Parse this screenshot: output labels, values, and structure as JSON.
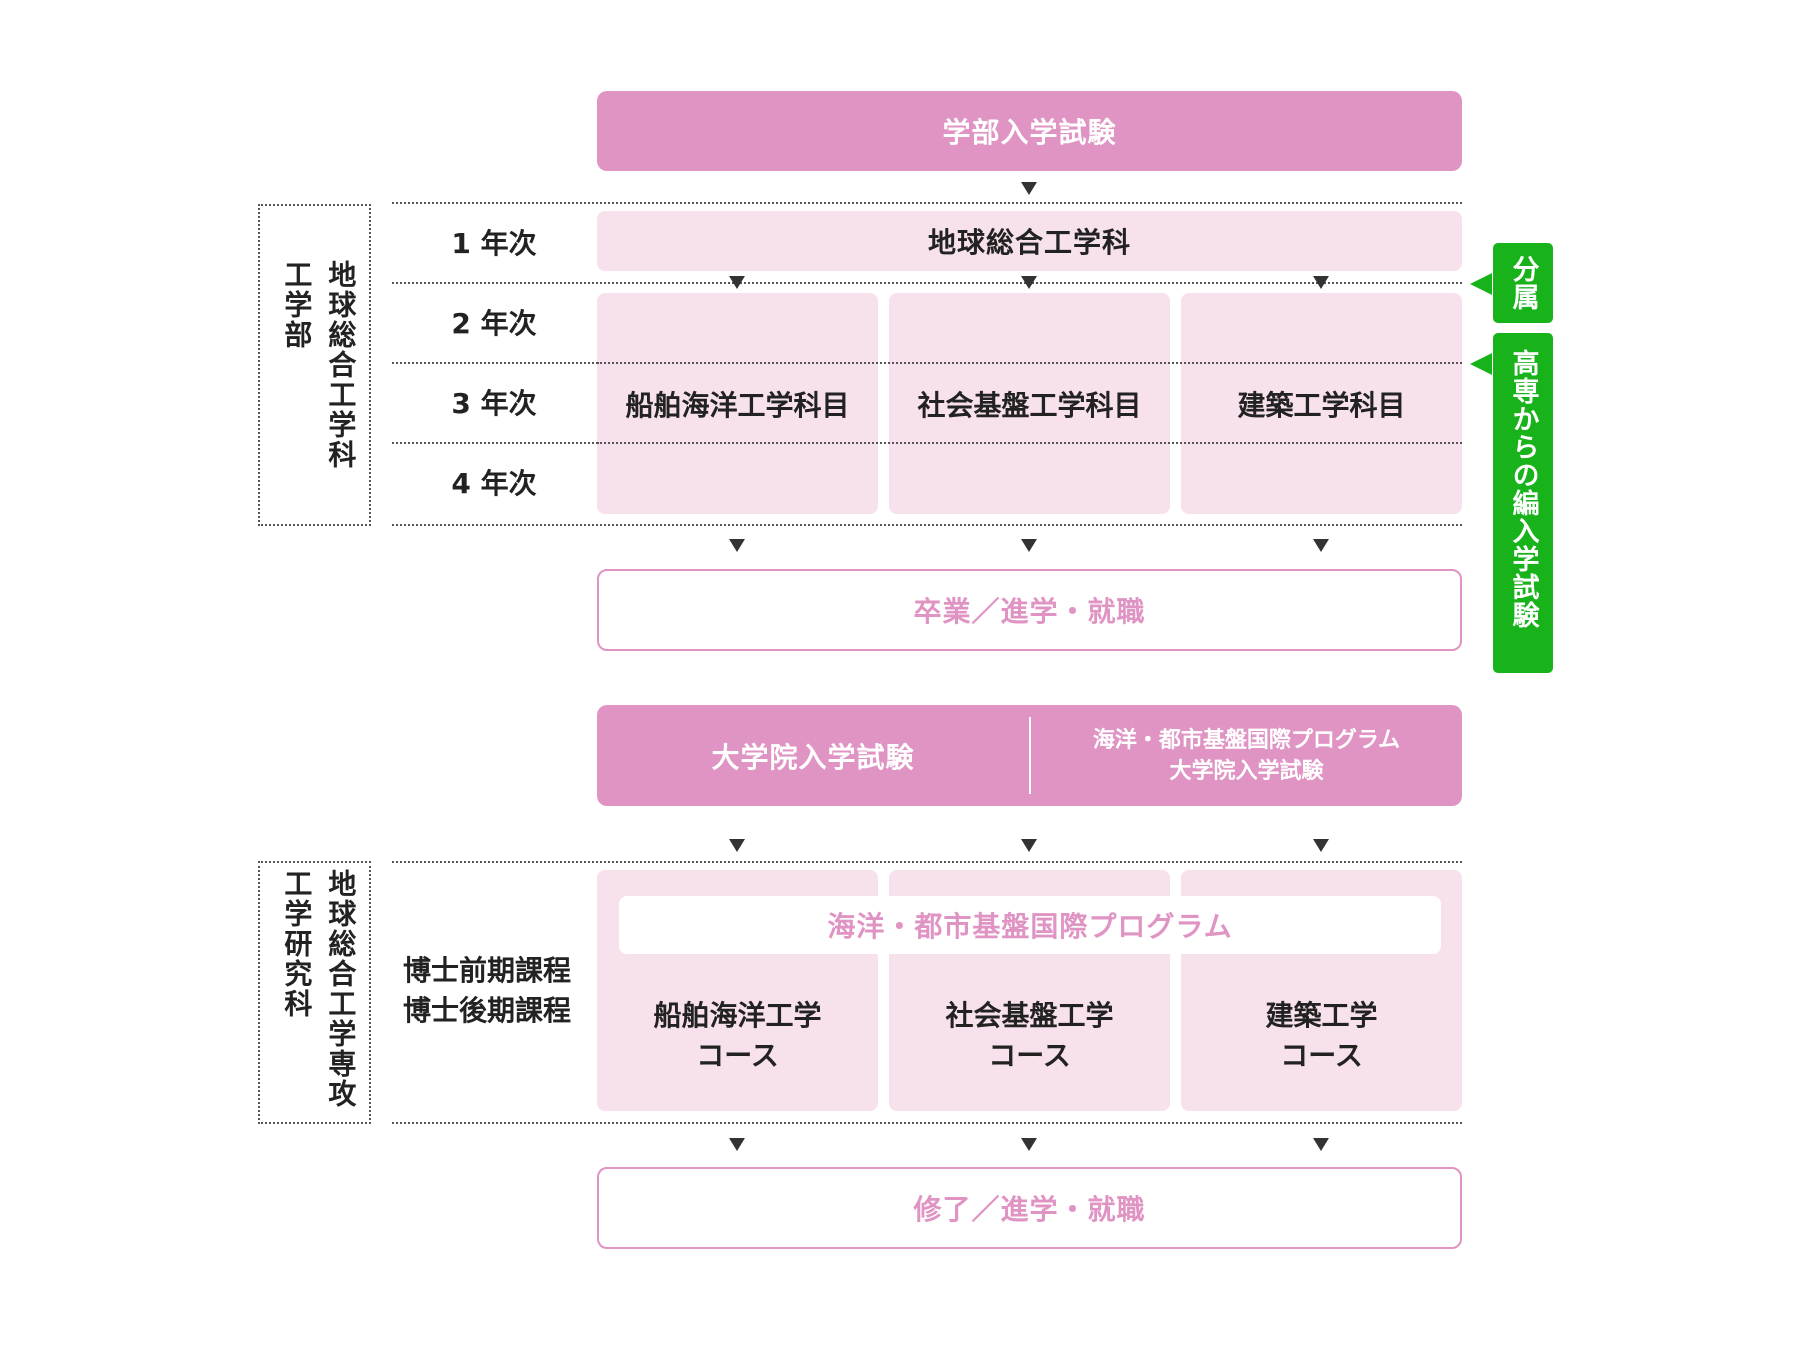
{
  "undergrad": {
    "entrance_exam": "学部入学試験",
    "faculty_label": "工学部",
    "department_label": "地球総合工学科",
    "years": [
      "1 年次",
      "2 年次",
      "3 年次",
      "4 年次"
    ],
    "year1_department": "地球総合工学科",
    "subjects": [
      "船舶海洋工学科目",
      "社会基盤工学科目",
      "建築工学科目"
    ],
    "outcome": "卒業／進学・就職"
  },
  "side": {
    "assignment": "分属",
    "transfer_exam": "高専からの編入学試験"
  },
  "graduate": {
    "entrance_exam": "大学院入学試験",
    "intl_exam_line1": "海洋・都市基盤国際プログラム",
    "intl_exam_line2": "大学院入学試験",
    "school_label": "工学研究科",
    "major_label": "地球総合工学専攻",
    "course_levels": [
      "博士前期課程",
      "博士後期課程"
    ],
    "intl_program": "海洋・都市基盤国際プログラム",
    "courses": [
      {
        "line1": "船舶海洋工学",
        "line2": "コース"
      },
      {
        "line1": "社会基盤工学",
        "line2": "コース"
      },
      {
        "line1": "建築工学",
        "line2": "コース"
      }
    ],
    "outcome": "修了／進学・就職"
  },
  "colors": {
    "accent_pink": "#e094c3",
    "light_pink": "#f7e1ec",
    "green": "#18b21a",
    "dotted_line": "#555555"
  }
}
